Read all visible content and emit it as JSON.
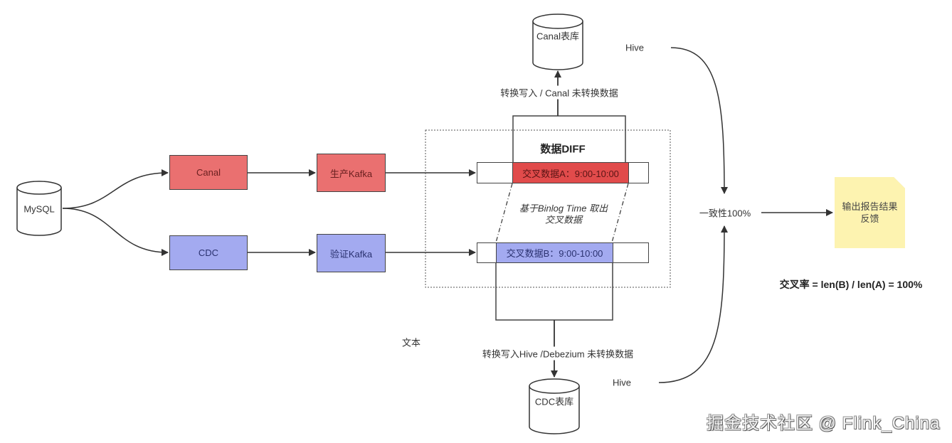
{
  "nodes": {
    "mysql": "MySQL",
    "canal": "Canal",
    "cdc": "CDC",
    "prod_kafka": "生产Kafka",
    "verify_kafka": "验证Kafka",
    "canal_table": "Canal表库",
    "cdc_table": "CDC表库",
    "data_a": "交叉数据A：9:00-10:00",
    "data_b": "交叉数据B：9:00-10:00",
    "diff_title": "数据DIFF",
    "consistency": "一致性100%",
    "output_note": [
      "输出报告结果",
      "反馈"
    ]
  },
  "labels": {
    "canal_write": "转换写入 / Canal 未转换数据",
    "cdc_write": "转换写入Hive /Debezium 未转换数据",
    "binlog_line1": "基于Binlog Time 取出",
    "binlog_line2": "交叉数据",
    "hive_top": "Hive",
    "hive_bottom": "Hive",
    "text_placeholder": "文本",
    "cross_rate": "交叉率 = len(B) / len(A) = 100%"
  },
  "watermark": "掘金技术社区 @ Flink_China",
  "colors": {
    "canal_red": "#ea7070",
    "cdc_blue": "#a3aaf0",
    "data_a_red": "#e14b4b",
    "note_yellow": "#fdf3b0"
  }
}
